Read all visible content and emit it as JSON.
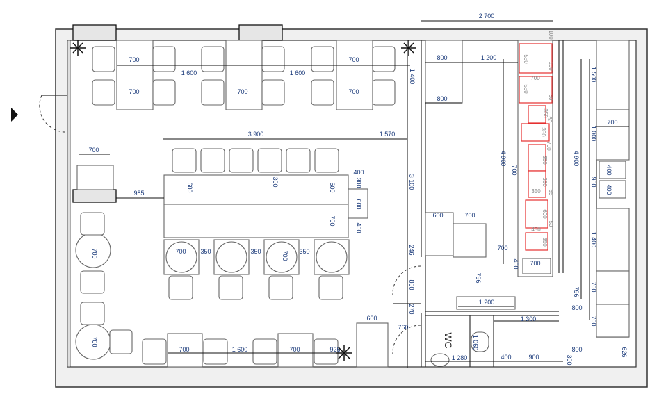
{
  "plan": {
    "room_label": "WC",
    "entrance_marker": "entrance-arrow",
    "dimensions": {
      "total_kitchen_width": "2 700",
      "top_tables": [
        "700",
        "700",
        "700",
        "700",
        "700",
        "1 600",
        "1 600"
      ],
      "hall_top": [
        "1 400",
        "800",
        "1 200",
        "800"
      ],
      "bar": [
        "3 900",
        "1 570",
        "700",
        "985",
        "600",
        "300",
        "600",
        "400",
        "300",
        "600",
        "400",
        "700"
      ],
      "bar_tables": [
        "700",
        "350",
        "350",
        "700",
        "350"
      ],
      "left_tables": [
        "700",
        "700"
      ],
      "bottom_tables": [
        "700",
        "1 600",
        "700",
        "925"
      ],
      "corridor": [
        "3 100",
        "246",
        "800",
        "270",
        "600",
        "760"
      ],
      "kitchen": [
        "4 900",
        "700",
        "4 900",
        "1 500",
        "700",
        "1 000",
        "950",
        "400",
        "400",
        "1 400",
        "700",
        "700",
        "800",
        "796",
        "796",
        "700",
        "400",
        "700",
        "600",
        "700",
        "1 200",
        "1 300"
      ],
      "kitchen_small": [
        "100",
        "550",
        "100",
        "700",
        "550",
        "50",
        "350",
        "60",
        "350",
        "700",
        "350",
        "350",
        "65",
        "350",
        "600",
        "450",
        "50",
        "350"
      ],
      "wc": [
        "1 060",
        "1 280",
        "400",
        "900",
        "800",
        "300",
        "626"
      ]
    }
  }
}
